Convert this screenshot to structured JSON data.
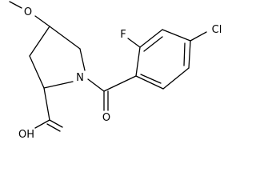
{
  "molecule": {
    "atom_labels": {
      "methoxy_o": "O",
      "ring_n": "N",
      "carbonyl_o": "O",
      "hydroxyl": "OH",
      "fluorine": "F",
      "chlorine": "Cl"
    }
  }
}
